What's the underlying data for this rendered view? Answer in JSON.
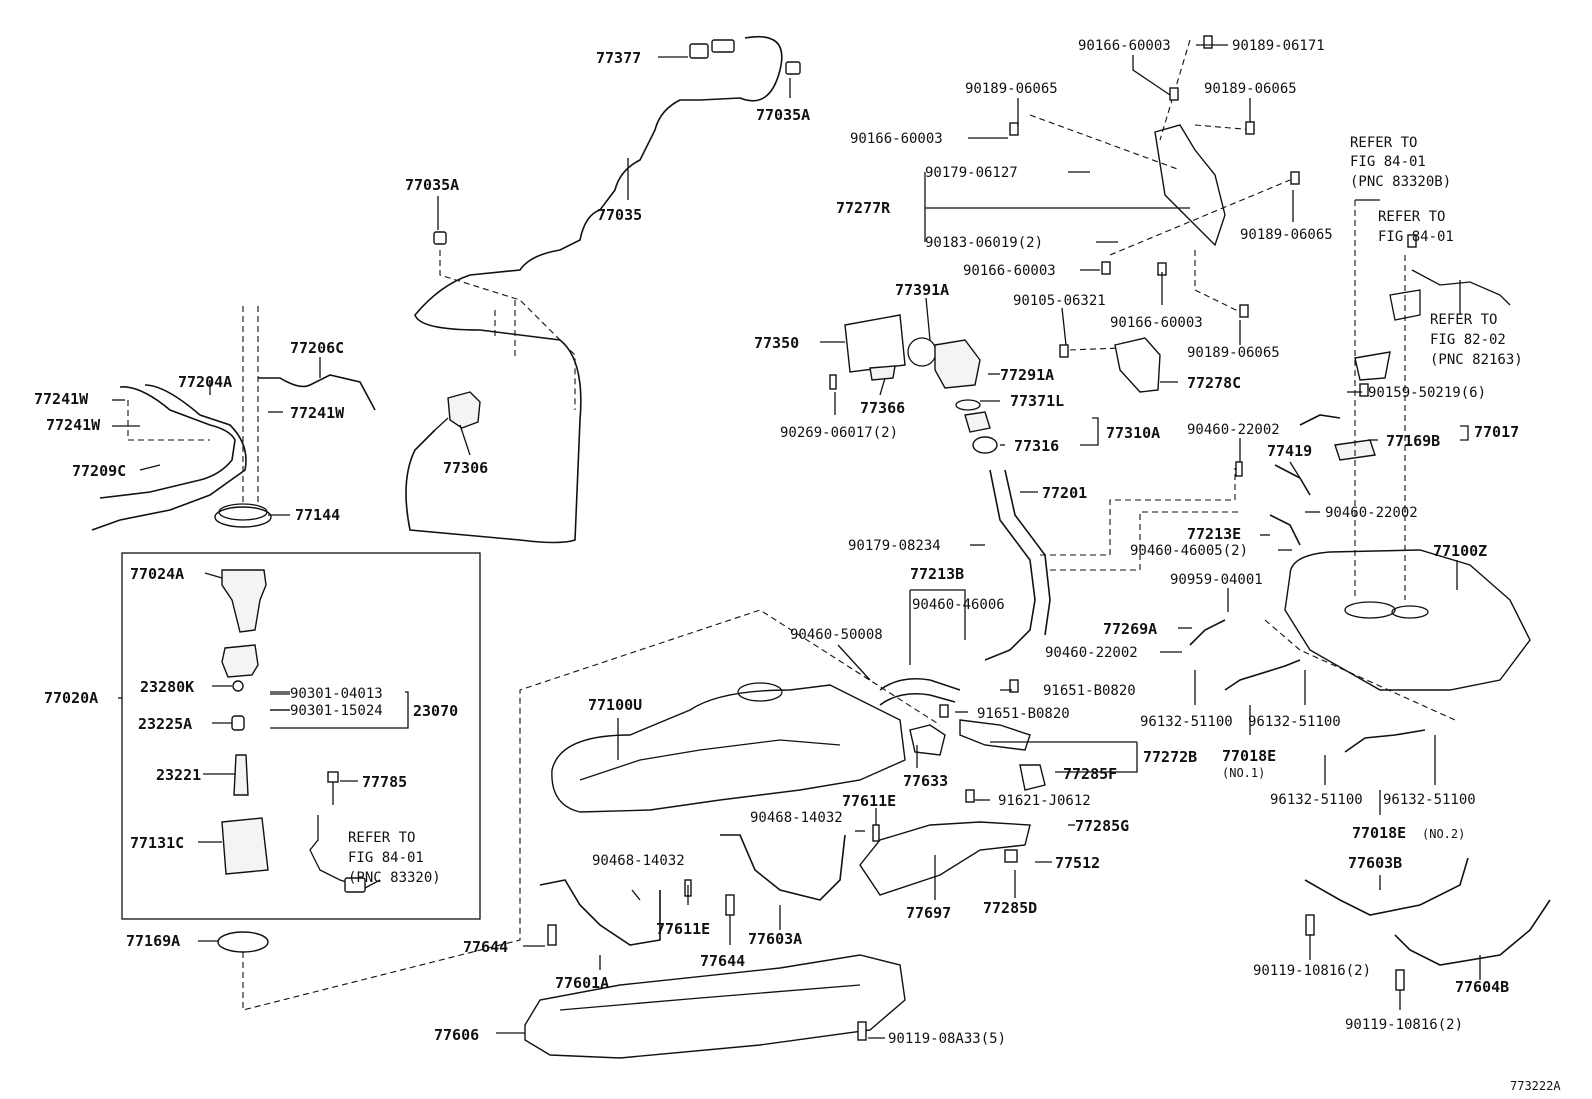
{
  "diagram_code": "773222A",
  "labels": {
    "l_77377": "77377",
    "l_77035A_top": "77035A",
    "l_77035A_left": "77035A",
    "l_77035": "77035",
    "l_77306": "77306",
    "l_77206C": "77206C",
    "l_77204A": "77204A",
    "l_77241W_1": "77241W",
    "l_77241W_2": "77241W",
    "l_77241W_3": "77241W",
    "l_77209C": "77209C",
    "l_77144": "77144",
    "l_77024A": "77024A",
    "l_77020A": "77020A",
    "l_23280K": "23280K",
    "l_23225A": "23225A",
    "l_23221": "23221",
    "l_77131C": "77131C",
    "l_90301_04013": "90301-04013",
    "l_90301_15024": "90301-15024",
    "l_23070": "23070",
    "l_77785": "77785",
    "l_refer_fig8401_pnc83320_a": "REFER TO",
    "l_refer_fig8401_pnc83320_b": "FIG 84-01",
    "l_refer_fig8401_pnc83320_c": "(PNC 83320)",
    "l_77169A": "77169A",
    "l_90166_60003_top": "90166-60003",
    "l_90189_06171": "90189-06171",
    "l_90189_06065_a": "90189-06065",
    "l_90189_06065_b": "90189-06065",
    "l_90166_60003_b": "90166-60003",
    "l_90179_06127": "90179-06127",
    "l_77277R": "77277R",
    "l_90189_06065_c": "90189-06065",
    "l_90183_06019": "90183-06019(2)",
    "l_90166_60003_c": "90166-60003",
    "l_90105_06321": "90105-06321",
    "l_90166_60003_d": "90166-60003",
    "l_90189_06065_d": "90189-06065",
    "l_77278C": "77278C",
    "l_77391A": "77391A",
    "l_77350": "77350",
    "l_77291A": "77291A",
    "l_77366": "77366",
    "l_77371L": "77371L",
    "l_90269_06017": "90269-06017(2)",
    "l_77316": "77316",
    "l_77310A": "77310A",
    "l_77201": "77201",
    "l_90179_08234": "90179-08234",
    "l_77213B": "77213B",
    "l_90460_46006": "90460-46006",
    "l_90460_50008": "90460-50008",
    "l_77100U": "77100U",
    "l_91651_B0820_a": "91651-B0820",
    "l_91651_B0820_b": "91651-B0820",
    "l_77633": "77633",
    "l_77272B": "77272B",
    "l_77285F": "77285F",
    "l_91621_J0612": "91621-J0612",
    "l_77611E_a": "77611E",
    "l_90468_14032_a": "90468-14032",
    "l_90468_14032_b": "90468-14032",
    "l_77285G": "77285G",
    "l_77512": "77512",
    "l_77697": "77697",
    "l_77285D": "77285D",
    "l_77611E_b": "77611E",
    "l_77603A": "77603A",
    "l_77644_a": "77644",
    "l_77644_b": "77644",
    "l_77601A": "77601A",
    "l_77606": "77606",
    "l_90119_08A33": "90119-08A33(5)",
    "l_refer_fig8401_pnc83320b_a": "REFER TO",
    "l_refer_fig8401_pnc83320b_b": "FIG 84-01",
    "l_refer_fig8401_pnc83320b_c": "(PNC 83320B)",
    "l_refer_fig8401_a": "REFER TO",
    "l_refer_fig8401_b": "FIG 84-01",
    "l_refer_fig8202_a": "REFER TO",
    "l_refer_fig8202_b": "FIG 82-02",
    "l_refer_fig8202_c": "(PNC 82163)",
    "l_90159_50219": "90159-50219(6)",
    "l_90460_22002_a": "90460-22002",
    "l_77419": "77419",
    "l_77169B": "77169B",
    "l_77017": "77017",
    "l_90460_22002_b": "90460-22002",
    "l_77213E": "77213E",
    "l_90460_46005": "90460-46005(2)",
    "l_77100Z": "77100Z",
    "l_90959_04001": "90959-04001",
    "l_77269A": "77269A",
    "l_90460_22002_c": "90460-22002",
    "l_96132_51100_a": "96132-51100",
    "l_96132_51100_b": "96132-51100",
    "l_77018E_1": "77018E",
    "l_no1": "(NO.1)",
    "l_96132_51100_c": "96132-51100",
    "l_96132_51100_d": "96132-51100",
    "l_77018E_2": "77018E",
    "l_no2": "(NO.2)",
    "l_77603B": "77603B",
    "l_90119_10816_a": "90119-10816(2)",
    "l_77604B": "77604B",
    "l_90119_10816_b": "90119-10816(2)"
  }
}
